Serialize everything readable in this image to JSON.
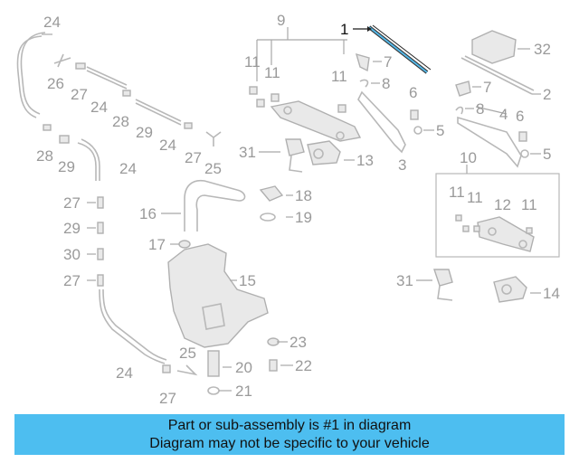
{
  "callouts": [
    {
      "id": "c24a",
      "text": "24"
    },
    {
      "id": "c9",
      "text": "9"
    },
    {
      "id": "c1",
      "text": "1",
      "highlight": true
    },
    {
      "id": "c32",
      "text": "32"
    },
    {
      "id": "c26",
      "text": "26"
    },
    {
      "id": "c27a",
      "text": "27"
    },
    {
      "id": "c24b",
      "text": "24"
    },
    {
      "id": "c28a",
      "text": "28"
    },
    {
      "id": "c29a",
      "text": "29"
    },
    {
      "id": "c24c",
      "text": "24"
    },
    {
      "id": "c11a",
      "text": "11"
    },
    {
      "id": "c11b",
      "text": "11"
    },
    {
      "id": "c11c",
      "text": "11"
    },
    {
      "id": "c7a",
      "text": "7"
    },
    {
      "id": "c8a",
      "text": "8"
    },
    {
      "id": "c6a",
      "text": "6"
    },
    {
      "id": "c5a",
      "text": "5"
    },
    {
      "id": "c3",
      "text": "3"
    },
    {
      "id": "c2",
      "text": "2"
    },
    {
      "id": "c7b",
      "text": "7"
    },
    {
      "id": "c8b",
      "text": "8"
    },
    {
      "id": "c4",
      "text": "4"
    },
    {
      "id": "c6b",
      "text": "6"
    },
    {
      "id": "c5b",
      "text": "5"
    },
    {
      "id": "c28b",
      "text": "28"
    },
    {
      "id": "c29b",
      "text": "29"
    },
    {
      "id": "c24d",
      "text": "24"
    },
    {
      "id": "c27b",
      "text": "27"
    },
    {
      "id": "c25a",
      "text": "25"
    },
    {
      "id": "c31a",
      "text": "31"
    },
    {
      "id": "c13",
      "text": "13"
    },
    {
      "id": "c10",
      "text": "10"
    },
    {
      "id": "c27c",
      "text": "27"
    },
    {
      "id": "c16",
      "text": "16"
    },
    {
      "id": "c18",
      "text": "18"
    },
    {
      "id": "c19",
      "text": "19"
    },
    {
      "id": "c11d",
      "text": "11"
    },
    {
      "id": "c11e",
      "text": "11"
    },
    {
      "id": "c12",
      "text": "12"
    },
    {
      "id": "c11f",
      "text": "11"
    },
    {
      "id": "c29c",
      "text": "29"
    },
    {
      "id": "c17",
      "text": "17"
    },
    {
      "id": "c30",
      "text": "30"
    },
    {
      "id": "c27d",
      "text": "27"
    },
    {
      "id": "c15",
      "text": "15"
    },
    {
      "id": "c31b",
      "text": "31"
    },
    {
      "id": "c14",
      "text": "14"
    },
    {
      "id": "c23",
      "text": "23"
    },
    {
      "id": "c25b",
      "text": "25"
    },
    {
      "id": "c20",
      "text": "20"
    },
    {
      "id": "c22",
      "text": "22"
    },
    {
      "id": "c24e",
      "text": "24"
    },
    {
      "id": "c27e",
      "text": "27"
    },
    {
      "id": "c21",
      "text": "21"
    }
  ],
  "banner": {
    "line1": "Part or sub-assembly is #1 in diagram",
    "line2": "Diagram may not be specific to your vehicle"
  },
  "colors": {
    "banner": "#4dbef0",
    "highlight_part": "#55b8e8",
    "faded": "#b8b8b8"
  }
}
